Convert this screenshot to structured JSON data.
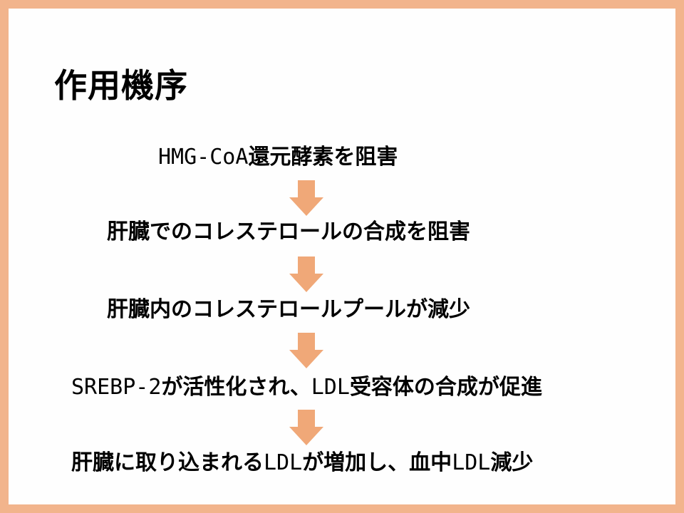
{
  "title": "作用機序",
  "steps": [
    {
      "prefix": "HMG-CoA",
      "text": "還元酵素を阻害",
      "suffix": ""
    },
    {
      "prefix": "",
      "text": "肝臓でのコレステロールの合成を阻害",
      "suffix": ""
    },
    {
      "prefix": "",
      "text": "肝臓内のコレステロールプールが減少",
      "suffix": ""
    },
    {
      "prefix": "SREBP-2",
      "text": "が活性化され、",
      "mid": "LDL",
      "suffix": "受容体の合成が促進"
    },
    {
      "prefix": "",
      "text": "肝臓に取り込まれる",
      "mid": "LDL",
      "suffix": "が増加し、血中",
      "mid2": "LDL",
      "suffix2": "減少"
    }
  ],
  "colors": {
    "frame": "#f2b48c",
    "arrow": "#f0a878",
    "background": "#fefefe"
  }
}
